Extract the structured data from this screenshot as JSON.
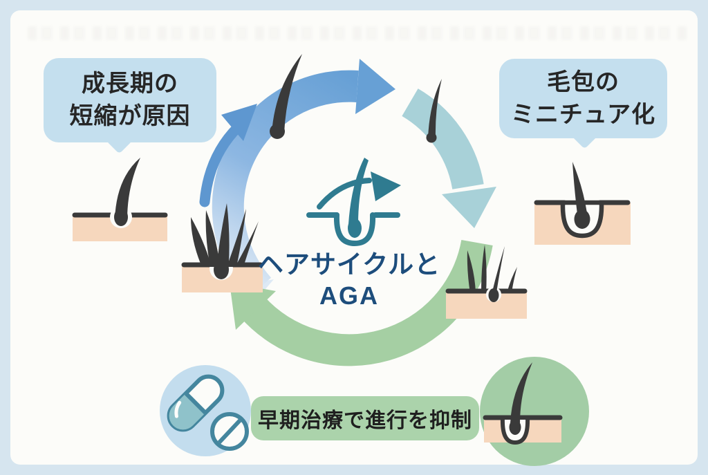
{
  "diagram": {
    "center_title": {
      "line1": "ヘアサイクルと",
      "line2": "AGA"
    },
    "callout_left": {
      "line1": "成長期の",
      "line2": "短縮が原因"
    },
    "callout_right": {
      "line1": "毛包の",
      "line2": "ミニチュア化"
    },
    "treatment_note": {
      "text": "早期治療で進行を抑制"
    }
  },
  "icons": [
    "hair-follicle-cycle-icon",
    "pills-icon",
    "single-hair-follicle-icon",
    "growth-phase-follicle-icon",
    "club-hair-icon",
    "thin-hair-icon",
    "thinning-follicle-icon",
    "miniaturized-follicle-icon",
    "treated-follicle-icon"
  ],
  "colors": {
    "frame": "#d6e5ef",
    "panel": "#fcfcf9",
    "bubble": "#c4dfee",
    "bubble_text": "#262626",
    "treatment_bg": "#abd3ab",
    "treatment_text": "#1f1f1f",
    "center_text": "#1d4d7c",
    "blue_arc": "#67a0d5",
    "blue_arc_tail": "#dde9f5",
    "teal_arc": "#a8d1d8",
    "green_arc": "#a5cfa3",
    "inner_arrow_blue": "#5e97d0",
    "follicle_teal": "#2f7b90",
    "hair": "#3a3a3a",
    "skin": "#f6d7bd",
    "pill_outline": "#44869e",
    "pill_fill": "#8fc2ca",
    "pill_circle_bg": "#c3ddee",
    "green_circle_bg": "#a3cda6"
  }
}
